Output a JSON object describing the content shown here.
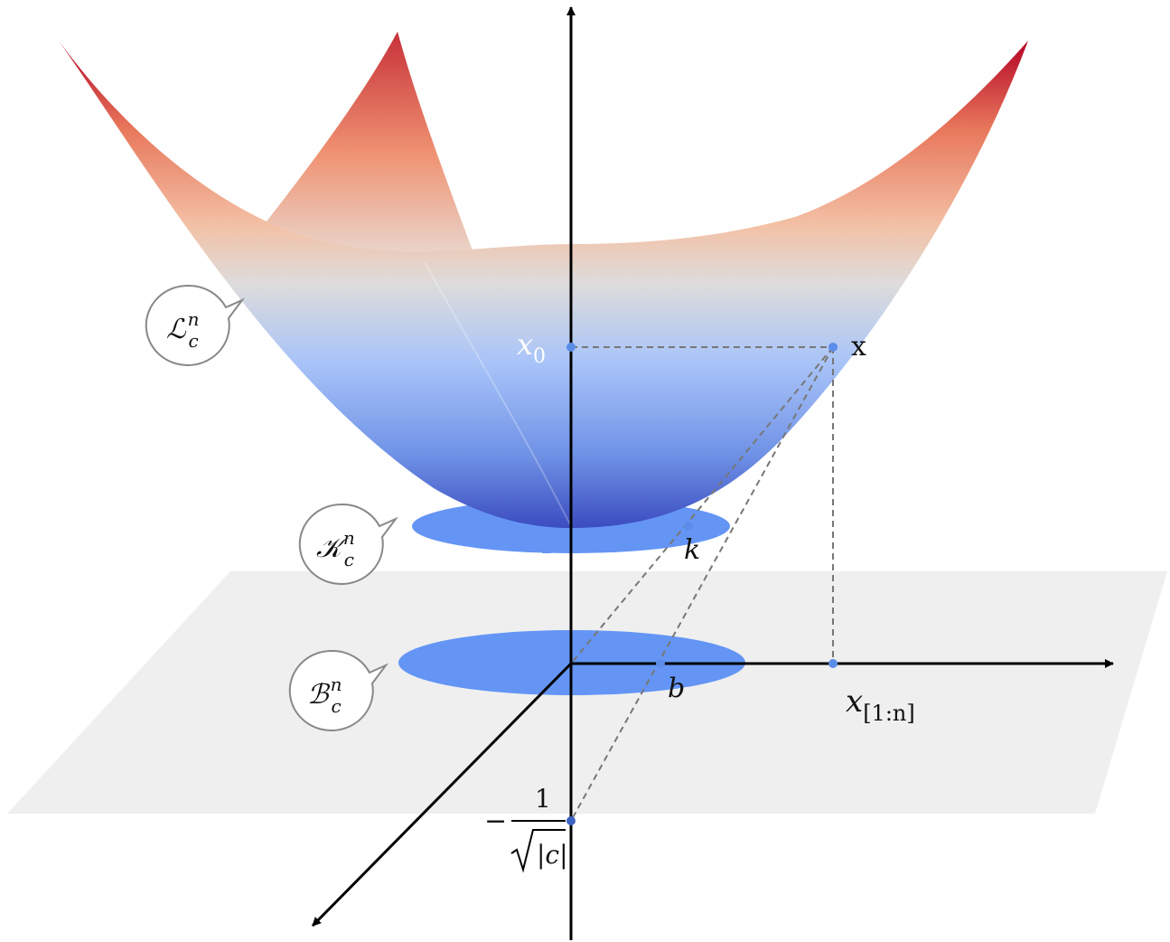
{
  "labels": {
    "x0_main": "x",
    "x0_sub": "0",
    "x_point": "x",
    "k": "k",
    "b": "b",
    "x_axis_main": "x",
    "x_axis_sub": "[1:n]",
    "neg_sign": "−",
    "frac_num": "1",
    "frac_den": "|c|"
  },
  "bubbles": [
    {
      "main": "ℒ",
      "sup": "n",
      "sub": "c"
    },
    {
      "main": "𝒦",
      "sup": "n",
      "sub": "c"
    },
    {
      "main": "ℬ",
      "sup": "n",
      "sub": "c"
    }
  ],
  "colors": {
    "surface_top": "#b40426",
    "surface_mid": "#dddcdc",
    "surface_bottom": "#3b4cc0",
    "disk": "#6495f5",
    "plane": "#efefef",
    "point": "#5b8de8",
    "dashed": "#777777"
  }
}
